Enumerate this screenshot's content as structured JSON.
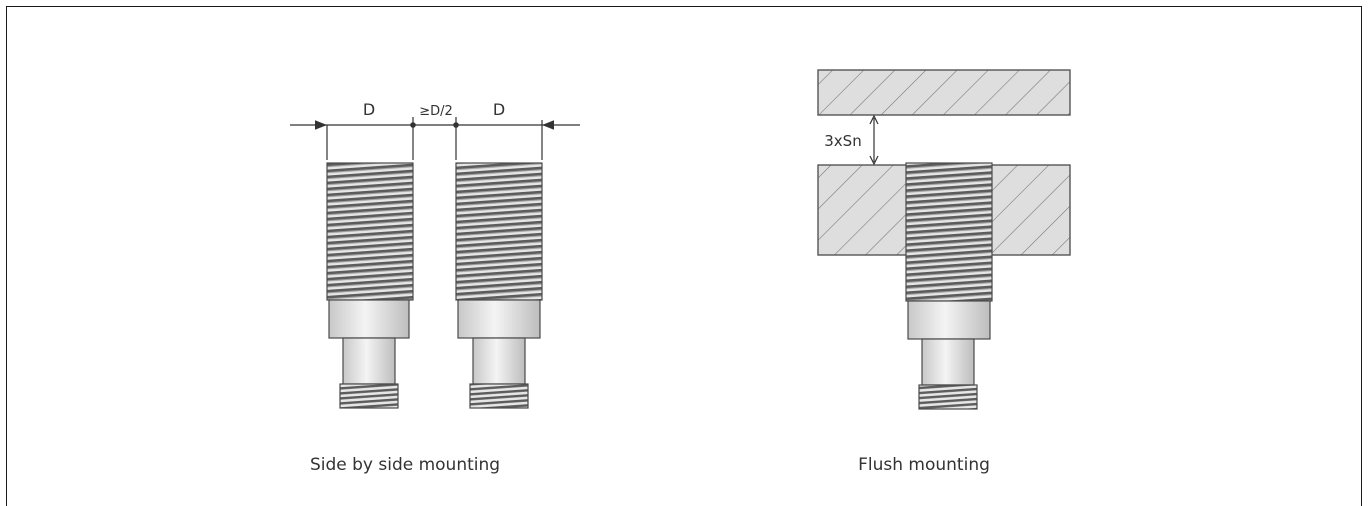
{
  "side_by_side": {
    "caption": "Side by side mounting",
    "dimension_left": "D",
    "dimension_gap": "≥D/2",
    "dimension_right": "D"
  },
  "flush": {
    "caption": "Flush mounting",
    "clearance_label": "3xSn"
  },
  "colors": {
    "outline": "#3a3a3a",
    "thread_dark": "#6e6e6e",
    "thread_light": "#d0d0d0",
    "hatch_fill": "#d9d9d9",
    "hatch_line": "#7a7a7a"
  }
}
